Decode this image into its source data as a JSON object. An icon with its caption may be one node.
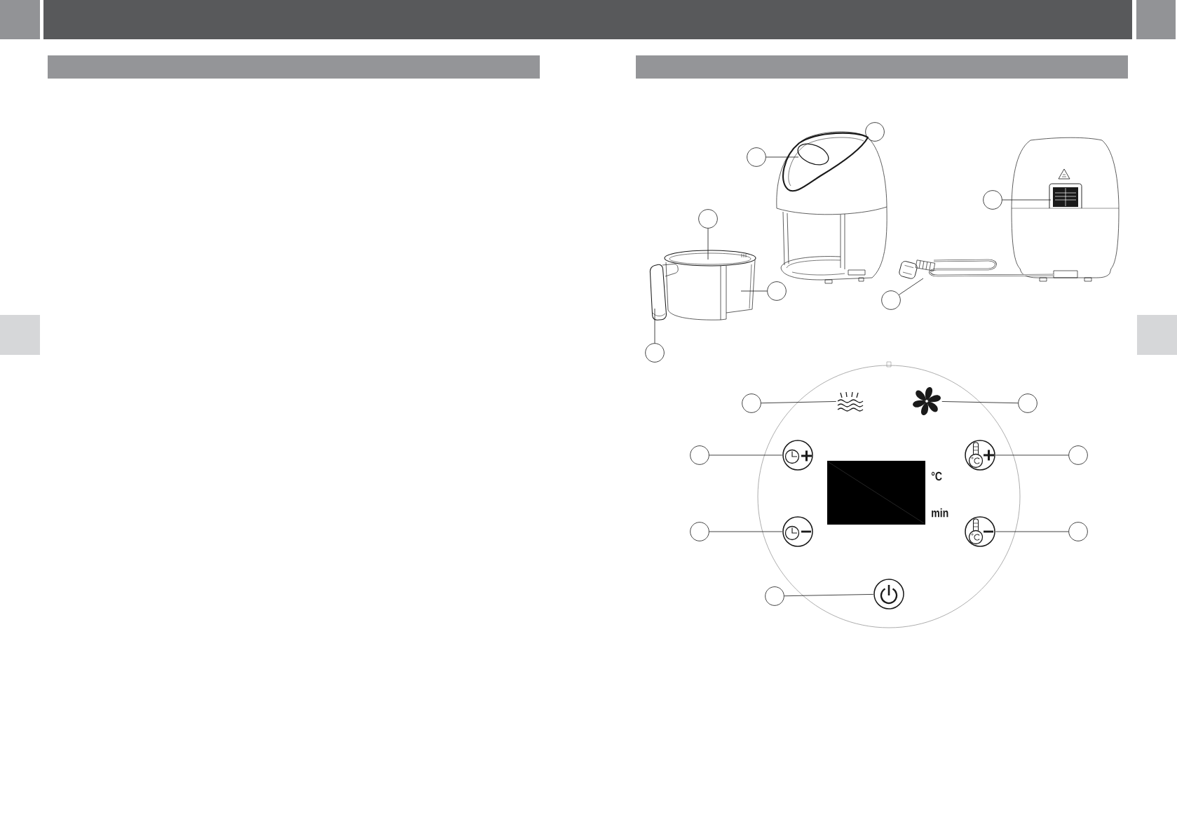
{
  "diagram": {
    "nodes": [
      {
        "text": [],
        "shape": "bar"
      },
      {
        "text": [],
        "shape": "bar"
      },
      {
        "text": [],
        "shape": "circle"
      },
      {
        "text": [],
        "shape": "circle"
      },
      {
        "text": [],
        "shape": "picture"
      },
      {
        "text": [],
        "shape": "circle"
      },
      {
        "text": [],
        "shape": "picture"
      },
      {
        "text": [],
        "shape": "circle"
      },
      {
        "text": [],
        "shape": "picture"
      },
      {
        "text": [],
        "shape": "circle"
      },
      {
        "text": [],
        "shape": "circle"
      },
      {
        "text": [],
        "shape": "picture"
      },
      {
        "text": [],
        "shape": "circle"
      },
      {
        "text": [],
        "shape": "circle"
      },
      {
        "text": [],
        "shape": "picture"
      },
      {
        "text": [],
        "shape": "picture"
      },
      {
        "text": [],
        "shape": "circle"
      },
      {
        "text": [],
        "shape": "circle"
      },
      {
        "text": [],
        "shape": "picture"
      },
      {
        "text": [],
        "shape": "picture"
      },
      {
        "text": [],
        "shape": "circle"
      },
      {
        "text": [],
        "shape": "circle"
      },
      {
        "text": [],
        "shape": "picture"
      },
      {
        "text": [],
        "shape": "picture"
      },
      {
        "text": [],
        "shape": "circle"
      },
      {
        "text": [],
        "shape": "circle"
      },
      {
        "text": [],
        "shape": "picture"
      }
    ],
    "edges": [
      {
        "from": 3,
        "to": 4,
        "arrow": "none"
      },
      {
        "from": 5,
        "to": 6,
        "arrow": "none"
      },
      {
        "from": 7,
        "to": 8,
        "arrow": "none"
      },
      {
        "from": 9,
        "to": 8,
        "arrow": "none"
      },
      {
        "from": 10,
        "to": 11,
        "arrow": "none"
      },
      {
        "from": 12,
        "to": 8,
        "arrow": "none"
      },
      {
        "from": 13,
        "to": 14,
        "arrow": "none"
      },
      {
        "from": 16,
        "to": 15,
        "arrow": "none"
      },
      {
        "from": 17,
        "to": 18,
        "arrow": "none"
      },
      {
        "from": 20,
        "to": 19,
        "arrow": "none"
      },
      {
        "from": 21,
        "to": 22,
        "arrow": "none"
      },
      {
        "from": 24,
        "to": 23,
        "arrow": "none"
      },
      {
        "from": 25,
        "to": 26,
        "arrow": "none"
      }
    ],
    "labels": [
      "°C",
      "min"
    ]
  }
}
